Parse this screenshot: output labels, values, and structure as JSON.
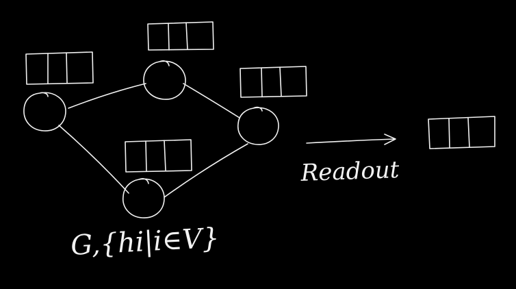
{
  "background": "#000000",
  "ink": "#f2f2f2",
  "labels": {
    "readout": "Readout",
    "graph": "G,{hi|i∈V}"
  },
  "nodes": [
    {
      "id": "n1",
      "vector_cells": 3
    },
    {
      "id": "n2",
      "vector_cells": 3
    },
    {
      "id": "n3",
      "vector_cells": 3
    },
    {
      "id": "n4",
      "vector_cells": 3
    }
  ],
  "edges": [
    [
      "n1",
      "n2"
    ],
    [
      "n2",
      "n3"
    ],
    [
      "n3",
      "n4"
    ],
    [
      "n4",
      "n1"
    ]
  ],
  "readout_vector": {
    "vector_cells": 3
  }
}
